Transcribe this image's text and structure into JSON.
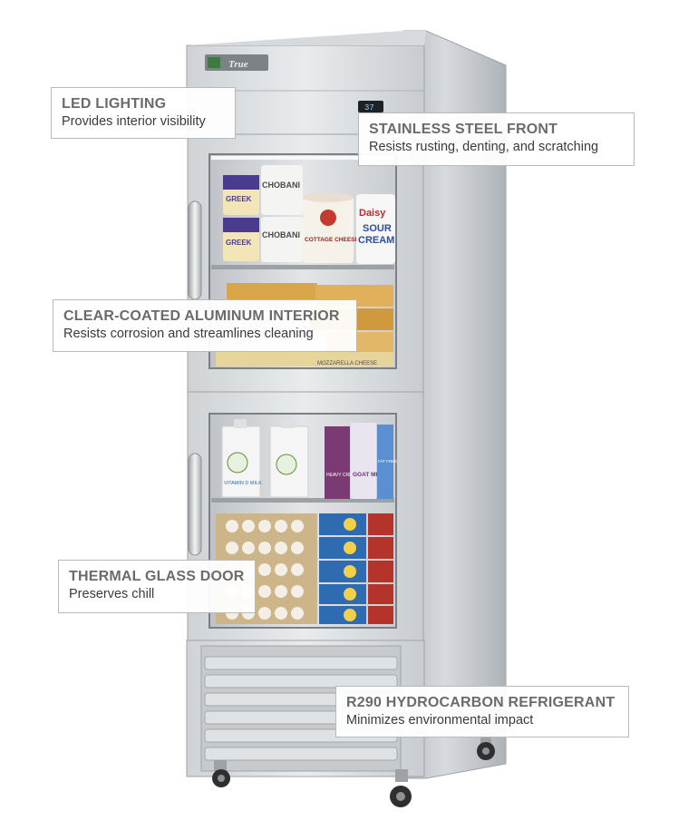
{
  "brand_logo": "True",
  "temperature_display": "37",
  "callouts": {
    "led_lighting": {
      "title": "LED LIGHTING",
      "desc": "Provides interior visibility"
    },
    "stainless_front": {
      "title": "STAINLESS STEEL FRONT",
      "desc": "Resists rusting, denting, and scratching"
    },
    "aluminum_interior": {
      "title": "CLEAR-COATED ALUMINUM INTERIOR",
      "desc": "Resists corrosion and streamlines cleaning"
    },
    "thermal_glass": {
      "title": "THERMAL GLASS DOOR",
      "desc": "Preserves chill"
    },
    "refrigerant": {
      "title": "R290 HYDROCARBON REFRIGERANT",
      "desc": "Minimizes environmental impact"
    }
  },
  "products": {
    "yogurt_greek": "GREEK",
    "yogurt_chobani": "CHOBANI",
    "cottage_cheese": "COTTAGE CHEESE",
    "sour_cream_brand": "Daisy",
    "sour_cream_line1": "SOUR",
    "sour_cream_line2": "CREAM",
    "mozzarella": "MOZZARELLA CHEESE",
    "heavy_cream": "HEAVY CREAM",
    "goat_milk": "GOAT MILK",
    "fat_free": "FAT FREE",
    "vitamin_d_milk": "VITAMIN D MILK"
  },
  "colors": {
    "steel_light": "#e4e6e8",
    "steel_mid": "#c3c7cb",
    "steel_dark": "#8e9398",
    "interior": "#d9dcdf",
    "callout_title": "#6b6b6b"
  }
}
